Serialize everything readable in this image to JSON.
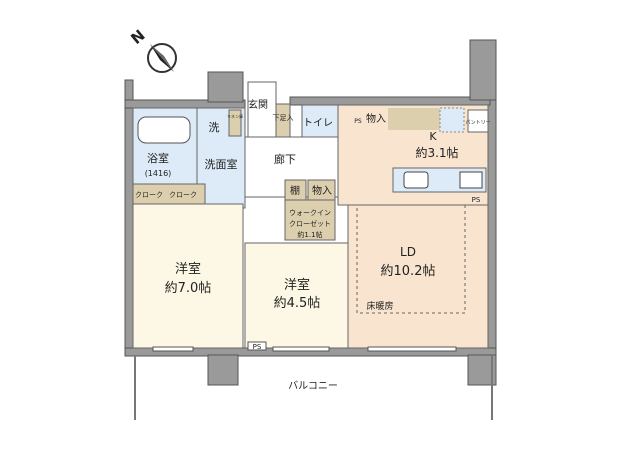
{
  "compass": {
    "label": "N"
  },
  "rooms": {
    "bath": {
      "name": "浴室",
      "size": "(1416)"
    },
    "wash": {
      "name": "洗"
    },
    "linen": {
      "name": "リネン庫"
    },
    "washroom": {
      "name": "洗面室"
    },
    "cloak1": {
      "name": "クローク"
    },
    "cloak2": {
      "name": "クローク"
    },
    "entrance": {
      "name": "玄関"
    },
    "shoe": {
      "name": "下足入"
    },
    "toilet": {
      "name": "トイレ"
    },
    "ps_toilet": {
      "name": "PS"
    },
    "storage1": {
      "name": "物入"
    },
    "kitchen": {
      "name": "K",
      "size": "約3.1帖"
    },
    "pantry": {
      "name": "パントリー"
    },
    "ps_kitchen": {
      "name": "PS"
    },
    "hall": {
      "name": "廊下"
    },
    "shelf": {
      "name": "棚"
    },
    "storage2": {
      "name": "物入"
    },
    "wic": {
      "name1": "ウォークイン",
      "name2": "クローゼット",
      "size": "約1.1帖"
    },
    "western1": {
      "name": "洋室",
      "size": "約7.0帖"
    },
    "western2": {
      "name": "洋室",
      "size": "約4.5帖"
    },
    "ld": {
      "name": "LD",
      "size": "約10.2帖",
      "note": "床暖房"
    },
    "ps_bottom": {
      "name": "PS"
    },
    "balcony": {
      "name": "バルコニー"
    }
  },
  "colors": {
    "wet": "#dcebf7",
    "storage": "#dccfae",
    "western": "#fdf8e6",
    "ld": "#f8e4cf",
    "wall": "#9a9a9a"
  }
}
